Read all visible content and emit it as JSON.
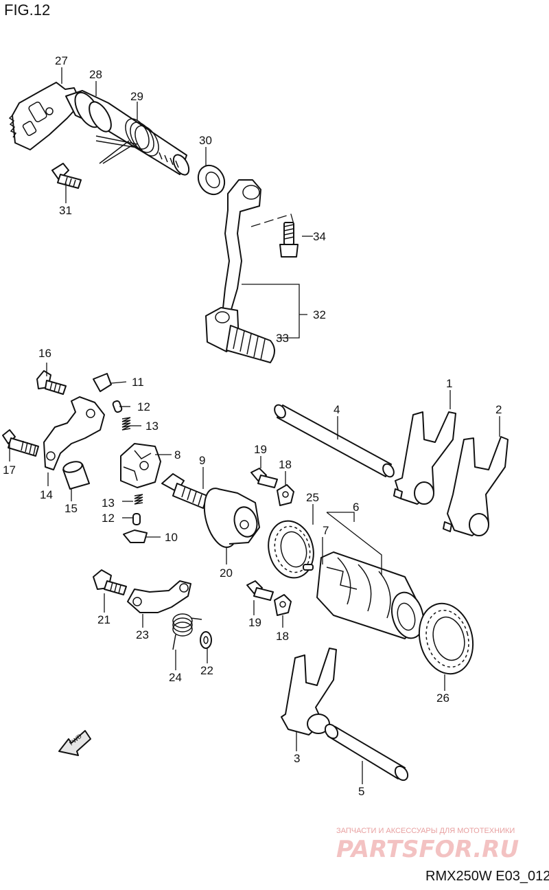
{
  "figure": {
    "title": "FIG.12",
    "code": "RMX250W E03_012"
  },
  "watermark": {
    "line1": "ЗАПЧАСТИ И АКСЕССУАРЫ ДЛЯ МОТОТЕХНИКИ",
    "line2": "PARTSFOR.RU"
  },
  "direction_tag": "FWD",
  "callouts": {
    "c1": "1",
    "c2": "2",
    "c3": "3",
    "c4": "4",
    "c5": "5",
    "c6": "6",
    "c7": "7",
    "c8": "8",
    "c9": "9",
    "c10": "10",
    "c11": "11",
    "c12a": "12",
    "c12b": "12",
    "c13a": "13",
    "c13b": "13",
    "c14": "14",
    "c15": "15",
    "c16": "16",
    "c17": "17",
    "c18a": "18",
    "c18b": "18",
    "c19a": "19",
    "c19b": "19",
    "c20": "20",
    "c21": "21",
    "c22": "22",
    "c23": "23",
    "c24": "24",
    "c25": "25",
    "c26": "26",
    "c27": "27",
    "c28": "28",
    "c29": "29",
    "c30": "30",
    "c31": "31",
    "c32": "32",
    "c33": "33",
    "c34": "34"
  }
}
